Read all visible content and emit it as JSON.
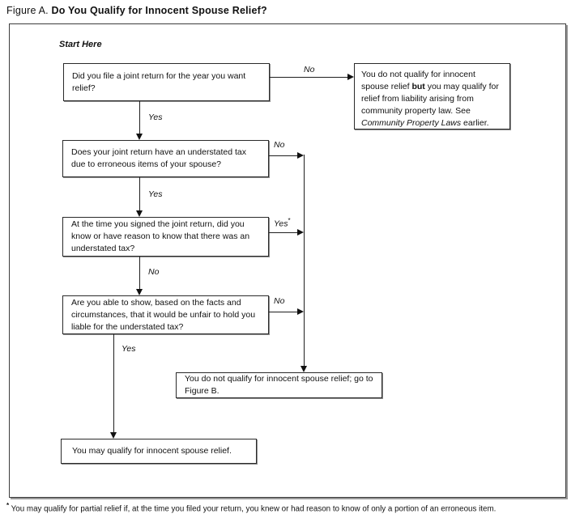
{
  "title": {
    "prefix": "Figure A.",
    "main": " Do You Qualify for Innocent Spouse Relief?"
  },
  "start_here": "Start Here",
  "boxes": {
    "q1_joint_return": "Did you file a joint return for the year you want relief?",
    "result_community_property": {
      "part1": "You do not qualify for innocent spouse relief ",
      "bold": "but",
      "part2": " you may qualify for relief from liability arising from community property law. See ",
      "italic": "Community Property Laws",
      "part3": " earlier."
    },
    "q2_understated_tax": "Does your joint return have an understated tax due to erroneous items of your spouse?",
    "q3_knowledge": "At the time you signed the joint return, did you know or have reason to know that there was an understated tax?",
    "q4_unfair": "Are you able to show, based on the facts and circumstances, that it would be unfair to hold you liable for the understated tax?",
    "result_not_qualify": "You do not qualify for innocent spouse relief; go to Figure B.",
    "result_may_qualify": "You may qualify for innocent spouse relief."
  },
  "edge_labels": {
    "q1_down_yes": "Yes",
    "q1_right_no": "No",
    "q2_down_yes": "Yes",
    "q2_right_no": "No",
    "q3_down_no": "No",
    "q3_right_yes": "Yes",
    "q3_right_yes_sup": "*",
    "q4_down_yes": "Yes",
    "q4_right_no": "No"
  },
  "footnote": {
    "marker": "*",
    "text": " You may qualify for partial relief if, at the time you filed your return, you knew or had reason to know of only a portion of an erroneous item."
  },
  "colors": {
    "background": "#ffffff",
    "line": "#1f1f1f",
    "box_border": "#2a2a2a",
    "text": "#111111"
  }
}
